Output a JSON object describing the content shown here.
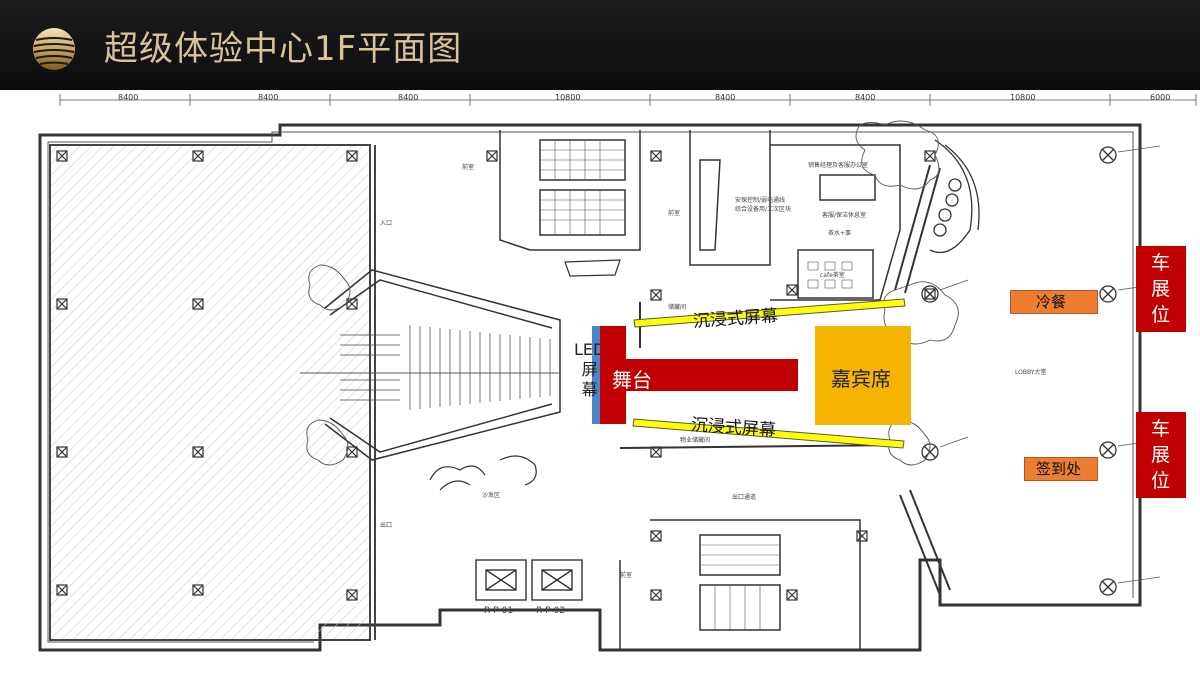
{
  "header": {
    "title": "超级体验中心1F平面图"
  },
  "plan": {
    "dimensions": [
      "8400",
      "8400",
      "8400",
      "10800",
      "8400",
      "8400",
      "10800",
      "6000"
    ],
    "rooms": {
      "entrance": "入口",
      "exit": "出口",
      "sofa_area": "沙发区",
      "exit_corridor": "出口通道",
      "storage": "物业储藏间",
      "storage2": "储藏间",
      "office": "销售经理及客服办公室",
      "control": "安保控制/弱电通线\n综合设备用/二次区块",
      "service": "客服/保洁休息室",
      "tea": "茶水+事",
      "cafe": "cafe茶室",
      "lobby": "LOBBY大堂",
      "front1": "前室",
      "front2": "前室",
      "front3": "前室",
      "elevator1": "R-P-01",
      "elevator2": "R-P-02"
    }
  },
  "labels": {
    "led_screen": [
      "LED",
      "屏",
      "幕"
    ],
    "stage": "舞台",
    "immersive_top": "沉浸式屏幕",
    "immersive_bottom": "沉浸式屏幕",
    "vip_seats": "嘉宾席",
    "cold_food": "冷餐",
    "check_in": "签到处",
    "car_display_top": [
      "车",
      "展",
      "位"
    ],
    "car_display_bottom": [
      "车",
      "展",
      "位"
    ]
  },
  "colors": {
    "header_bg": "#141414",
    "title_gold": "#d8c29a",
    "stage_red": "#c00000",
    "led_blue": "#4a86c8",
    "immersive_yellow": "#ffff00",
    "vip_gold": "#f5b400",
    "orange_tag": "#ed7d31",
    "car_red": "#c00000"
  },
  "icons": {
    "logo": "gold-sphere-logo"
  }
}
